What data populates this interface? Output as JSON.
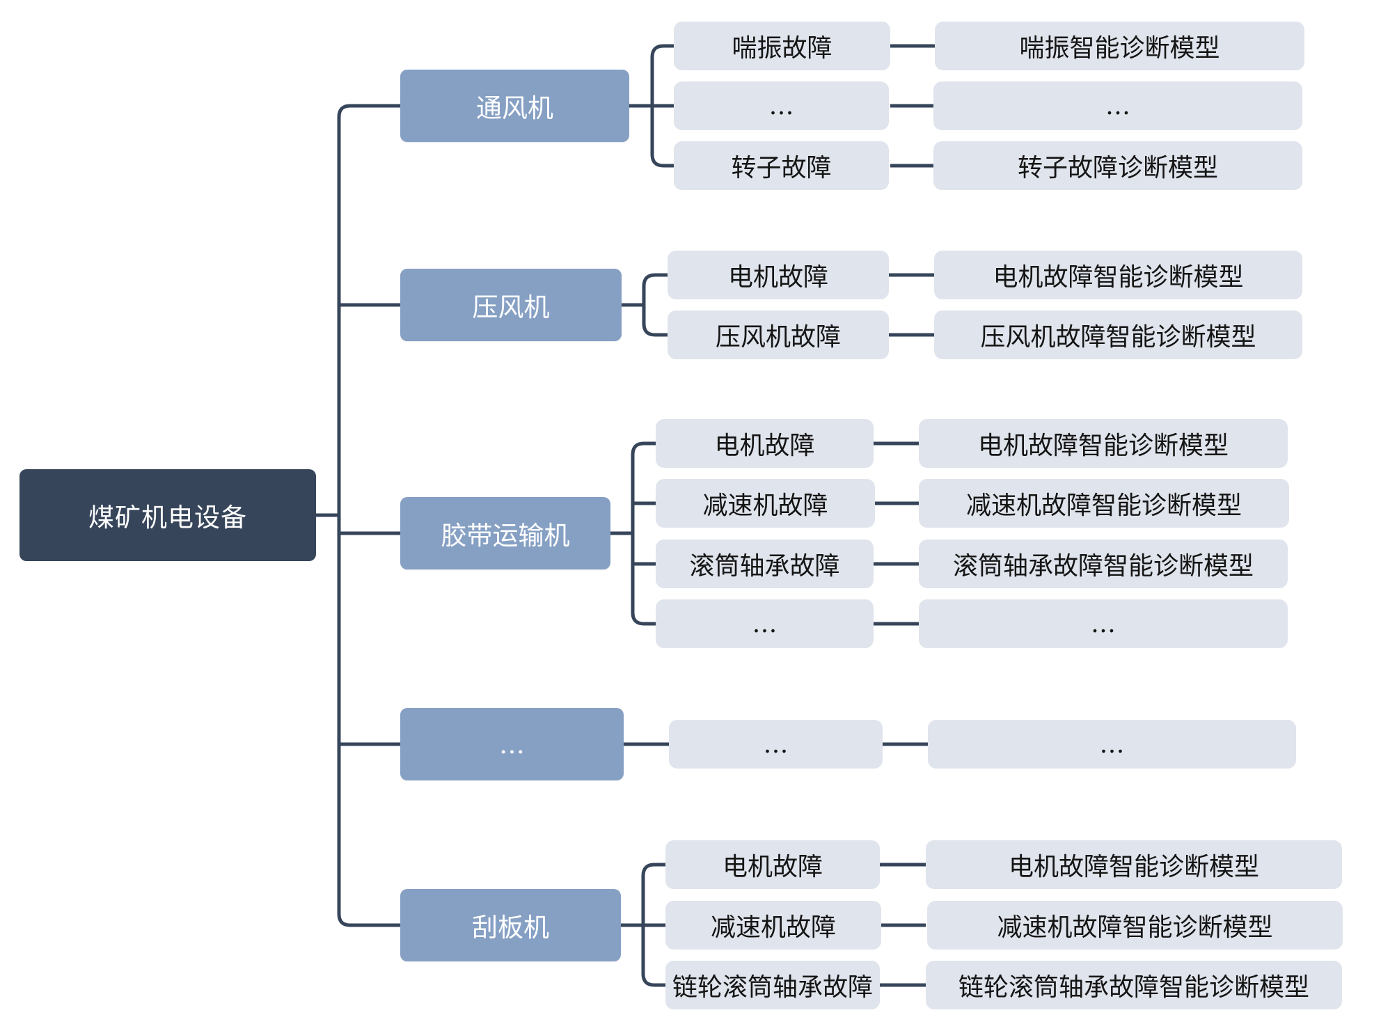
{
  "root": {
    "label": "煤矿机电设备"
  },
  "groups": [
    {
      "label": "通风机",
      "items": [
        {
          "fault": "喘振故障",
          "model": "喘振智能诊断模型"
        },
        {
          "fault": "…",
          "model": "…"
        },
        {
          "fault": "转子故障",
          "model": "转子故障诊断模型"
        }
      ]
    },
    {
      "label": "压风机",
      "items": [
        {
          "fault": "电机故障",
          "model": "电机故障智能诊断模型"
        },
        {
          "fault": "压风机故障",
          "model": "压风机故障智能诊断模型"
        }
      ]
    },
    {
      "label": "胶带运输机",
      "items": [
        {
          "fault": "电机故障",
          "model": "电机故障智能诊断模型"
        },
        {
          "fault": "减速机故障",
          "model": "减速机故障智能诊断模型"
        },
        {
          "fault": "滚筒轴承故障",
          "model": "滚筒轴承故障智能诊断模型"
        },
        {
          "fault": "…",
          "model": "…"
        }
      ]
    },
    {
      "label": "…",
      "items": [
        {
          "fault": "…",
          "model": "…"
        }
      ]
    },
    {
      "label": "刮板机",
      "items": [
        {
          "fault": "电机故障",
          "model": "电机故障智能诊断模型"
        },
        {
          "fault": "减速机故障",
          "model": "减速机故障智能诊断模型"
        },
        {
          "fault": "链轮滚筒轴承故障",
          "model": "链轮滚筒轴承故障智能诊断模型"
        }
      ]
    }
  ],
  "colors": {
    "root_fill": "#36455a",
    "category_fill": "#86a0c4",
    "leaf_fill": "#e0e4ec",
    "connector": "#36455a",
    "light_text": "#ffffff",
    "dark_text": "#151515"
  }
}
